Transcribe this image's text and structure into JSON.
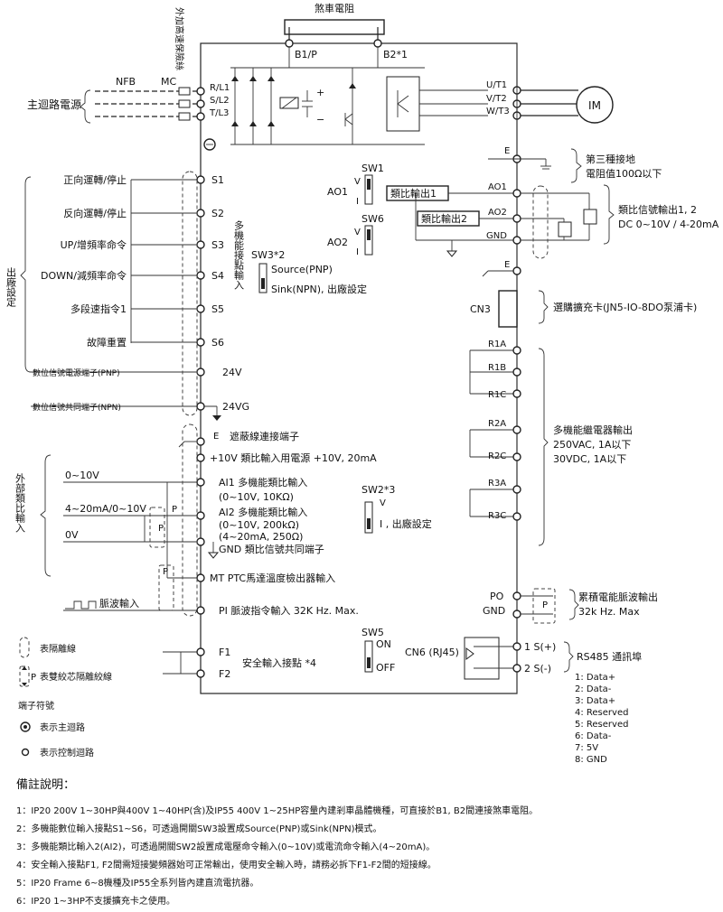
{
  "labels": {
    "brake_resistor": "煞車電阻",
    "b1p": "B1/P",
    "b2": "B2*1",
    "fuse_label": "外加高速保險絲",
    "nfb": "NFB",
    "mc": "MC",
    "main_power": "主迴路電源",
    "r": "R/L1",
    "s": "S/L2",
    "t": "T/L3",
    "u": "U/T1",
    "v": "V/T2",
    "w": "W/T3",
    "motor": "IM",
    "ground_E": "E",
    "ground_note_1": "第三種接地",
    "ground_note_2": "電阻值100Ω以下",
    "ao1_right": "AO1",
    "ao2_right": "AO2",
    "gnd_right": "GND",
    "analog_out_1": "類比輸出1",
    "analog_out_2": "類比輸出2",
    "analog_note_1": "類比信號輸出1, 2",
    "analog_note_2": "DC 0~10V / 4-20mA",
    "sw1": "SW1",
    "sw6": "SW6",
    "ao1_sw": "AO1",
    "ao2_sw": "AO2",
    "sw_v": "V",
    "sw_i": "I",
    "cn3": "CN3",
    "cn3_note": "選購擴充卡(JN5-IO-8DO泵浦卡)",
    "factory_setting": "出廠設定",
    "fwd": "正向運轉/停止",
    "rev": "反向運轉/停止",
    "up": "UP/增頻率命令",
    "down": "DOWN/減頻率命令",
    "multi_speed": "多段速指令1",
    "fault_reset": "故障重置",
    "s1": "S1",
    "s2": "S2",
    "s3": "S3",
    "s4": "S4",
    "s5": "S5",
    "s6": "S6",
    "multi_input": "多機能接點輸入",
    "sw3": "SW3*2",
    "source": "Source(PNP)",
    "sink": "Sink(NPN), 出廠設定",
    "pnp_term": "數位信號電源端子(PNP)",
    "npn_term": "數位信號共同端子(NPN)",
    "v24": "24V",
    "v24g": "24VG",
    "r1a": "R1A",
    "r1b": "R1B",
    "r1c": "R1C",
    "r2a": "R2A",
    "r2c": "R2C",
    "r3a": "R3A",
    "r3c": "R3C",
    "relay_note_1": "多機能繼電器輸出",
    "relay_note_2": "250VAC, 1A以下",
    "relay_note_3": "30VDC, 1A以下",
    "shield_E": "E",
    "shield_term": "遮蔽線連接端子",
    "p10v": "+10V 類比輸入用電源 +10V, 20mA",
    "ext_analog": "外部類比輸入",
    "range_0_10": "0~10V",
    "range_4_20": "4~20mA/0~10V",
    "range_0v": "0V",
    "p": "P",
    "ai1": "AI1 多機能類比輸入",
    "ai1_range": "(0~10V, 10KΩ)",
    "ai2": "AI2 多機能類比輸入",
    "ai2_range_1": "(0~10V, 200kΩ)",
    "ai2_range_2": "(4~20mA, 250Ω)",
    "gnd_common": "GND 類比信號共同端子",
    "sw2": "SW2*3",
    "sw2_setting": "I , 出廠設定",
    "mt": "MT PTC馬達溫度檢出器輸入",
    "pulse_in": "脈波輸入",
    "pi": "PI 脈波指令輸入 32K Hz. Max.",
    "po": "PO",
    "gnd_po": "GND",
    "pulse_out_1": "累積電能脈波輸出",
    "pulse_out_2": "32k Hz. Max",
    "sw5": "SW5",
    "on": "ON",
    "off": "OFF",
    "cn6": "CN6 (RJ45)",
    "f1": "F1",
    "f2": "F2",
    "safety": "安全輸入接點 *4",
    "s_plus": "1 S(+)",
    "s_minus": "2 S(-)",
    "rs485": "RS485 通訊埠",
    "legend_shield": "表隔離線",
    "legend_twisted": "表雙絞芯隔離絞線",
    "legend_terminal": "端子符號",
    "legend_main": "表示主迴路",
    "legend_control": "表示控制迴路"
  },
  "rs485_pins": [
    "1: Data+",
    "2: Data-",
    "3: Data+",
    "4: Reserved",
    "5: Reserved",
    "6: Data-",
    "7: 5V",
    "8: GND"
  ],
  "notes_title": "備註說明：",
  "notes": [
    "1：IP20 200V 1~30HP與400V 1~40HP(含)及IP55 400V 1~25HP容量內建剎車晶體機種，可直接於B1, B2間連接煞車電阻。",
    "2：多機能數位輸入接點S1~S6，可透過開關SW3設置成Source(PNP)或Sink(NPN)模式。",
    "3：多機能類比輸入2(AI2)，可透過開關SW2設置成電壓命令輸入(0~10V)或電流命令輸入(4~20mA)。",
    "4：安全輸入接點F1, F2間需短接變頻器始可正常輸出，使用安全輸入時，請務必拆下F1-F2間的短接線。",
    "5：IP20 Frame 6~8機種及IP55全系列皆內建直流電抗器。",
    "6：IP20 1~3HP不支援擴充卡之使用。"
  ]
}
